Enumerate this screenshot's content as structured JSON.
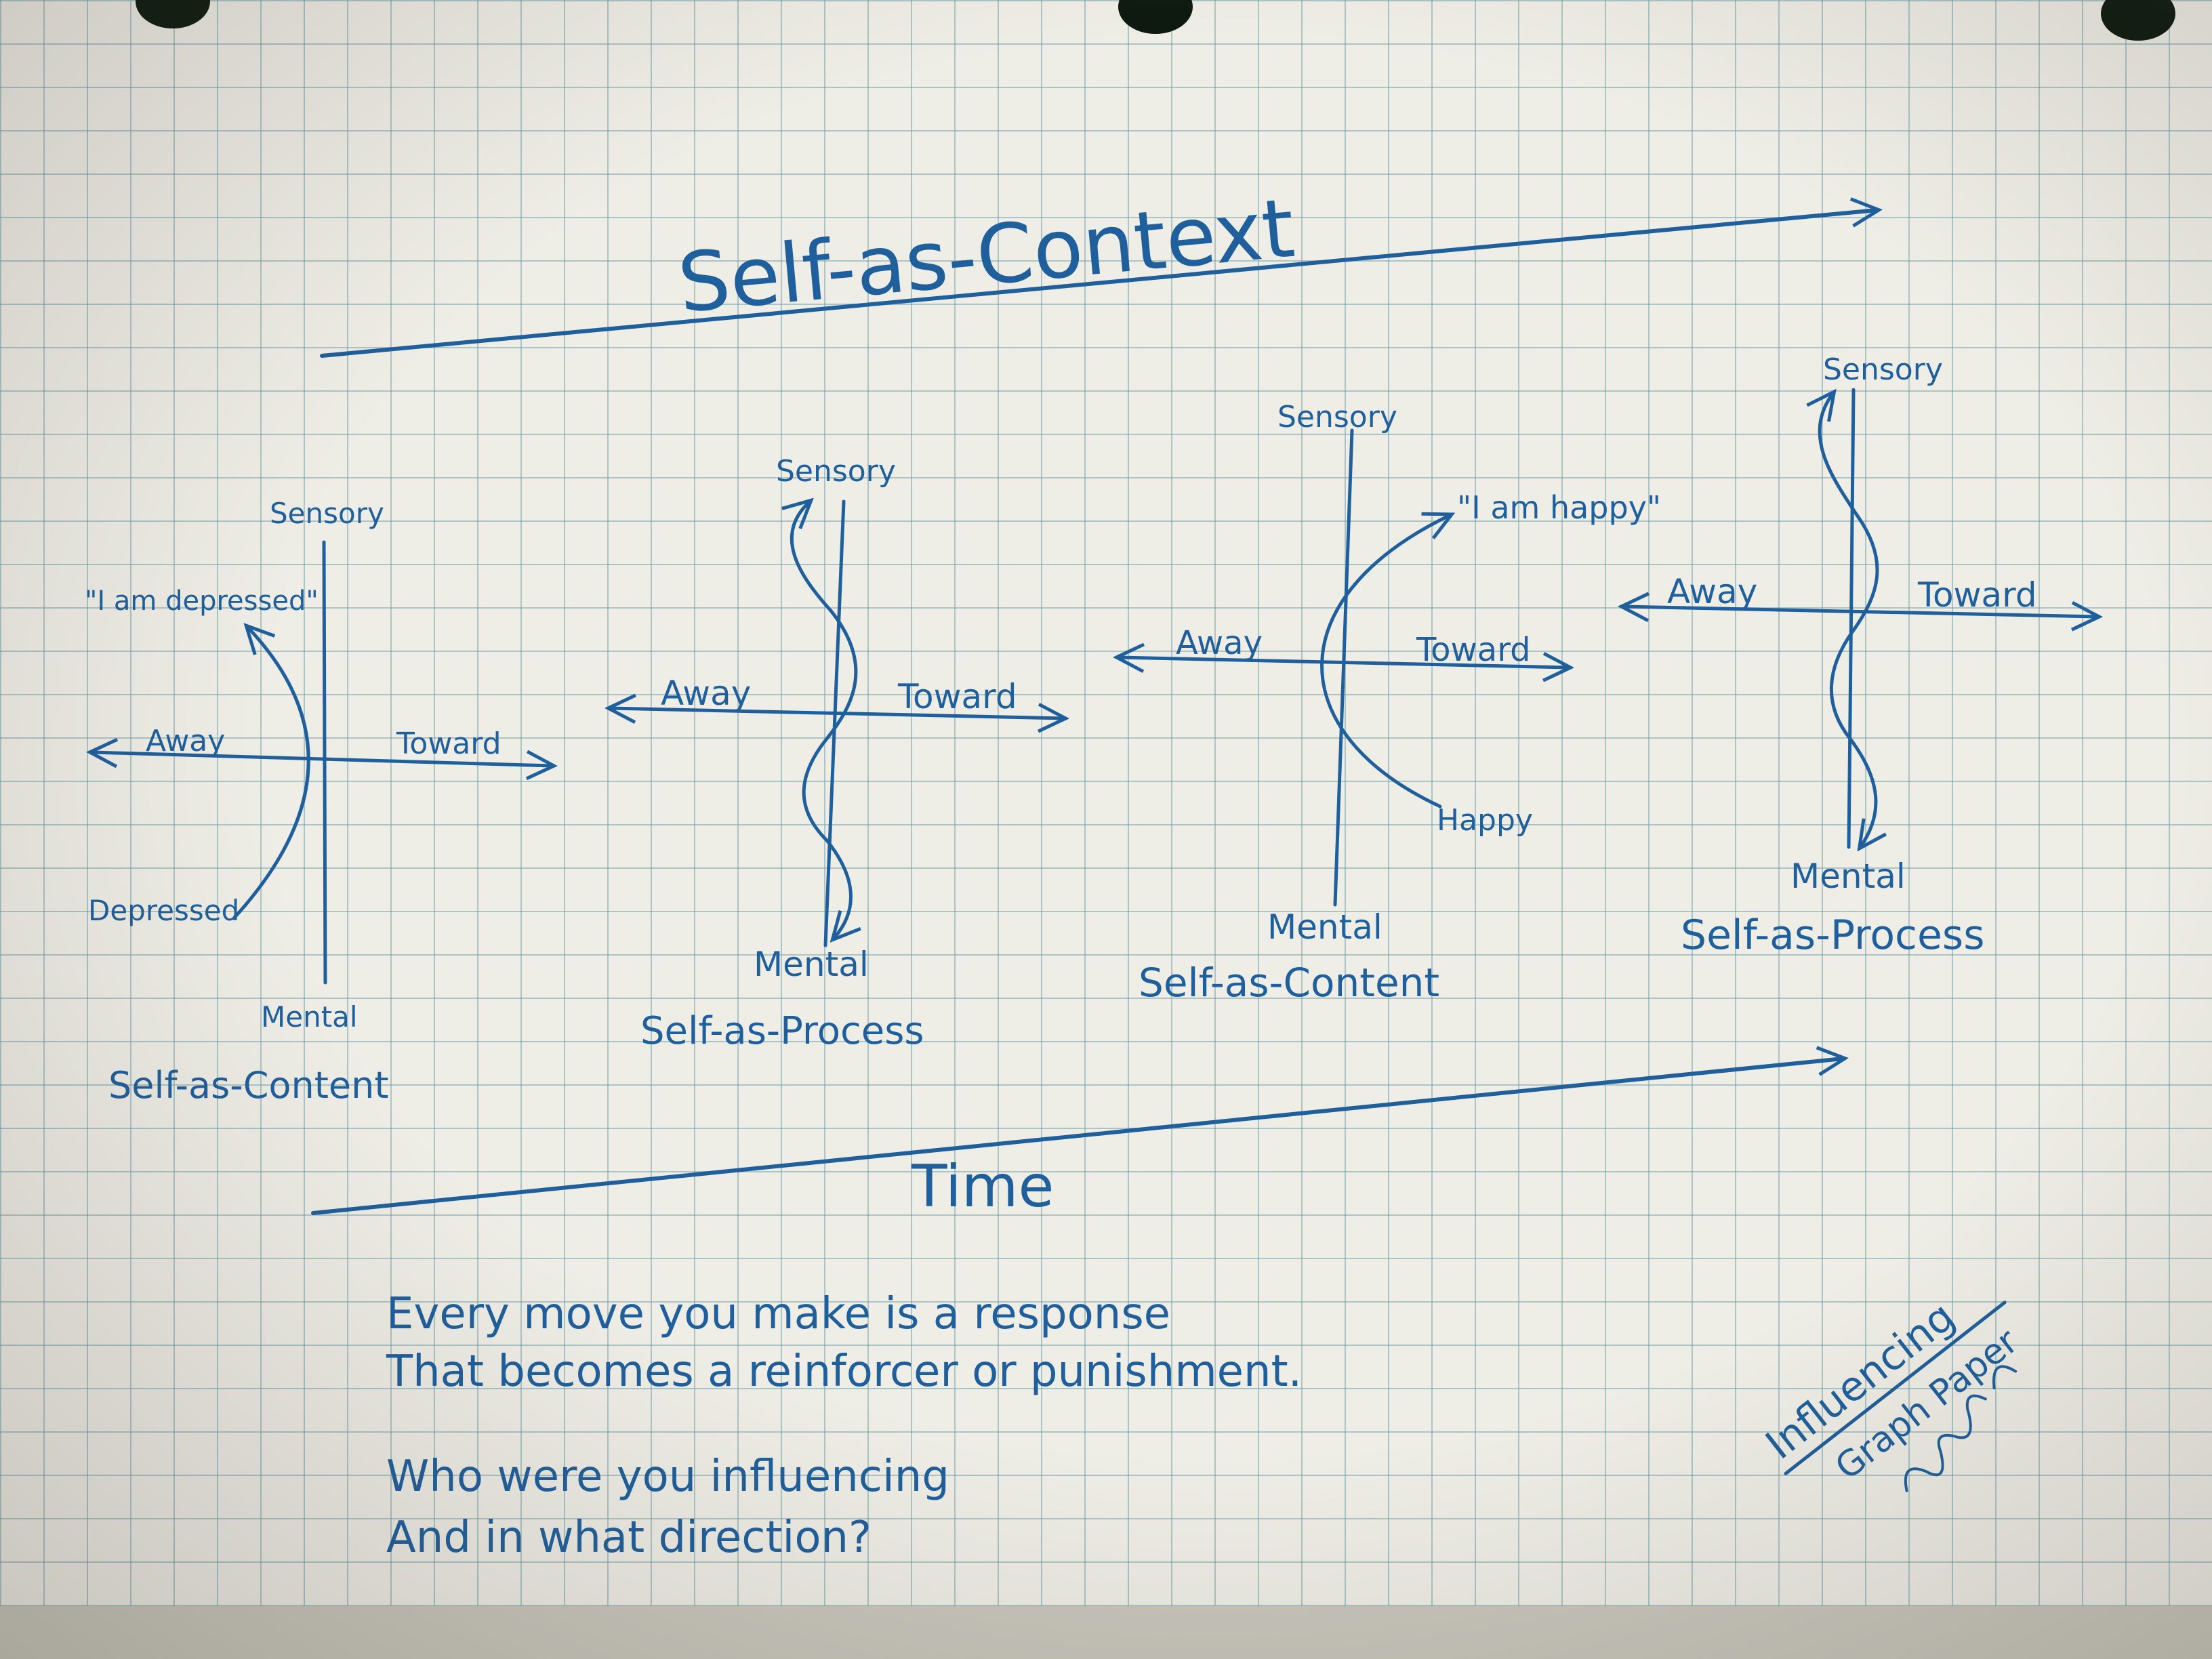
{
  "title": "Self-as-Context",
  "time_label": "Time",
  "panels": [
    {
      "top": "Sensory",
      "bottom": "Mental",
      "left": "Away",
      "right": "Toward",
      "curve_top": "\"I am depressed\"",
      "curve_bottom": "Depressed",
      "caption": "Self-as-Content"
    },
    {
      "top": "Sensory",
      "bottom": "Mental",
      "left": "Away",
      "right": "Toward",
      "caption": "Self-as-Process"
    },
    {
      "top": "Sensory",
      "bottom": "Mental",
      "left": "Away",
      "right": "Toward",
      "curve_top": "\"I am happy\"",
      "curve_bottom": "Happy",
      "caption": "Self-as-Content"
    },
    {
      "top": "Sensory",
      "bottom": "Mental",
      "left": "Away",
      "right": "Toward",
      "caption": "Self-as-Process"
    }
  ],
  "note": {
    "line1": "Every move you make is a response",
    "line2": "That becomes a reinforcer or punishment.",
    "line3": "Who were you influencing",
    "line4": "And in what direction?"
  },
  "stamp": {
    "line1": "Influencing",
    "line2": "Graph Paper"
  },
  "ink_color": "#1f5f9c"
}
